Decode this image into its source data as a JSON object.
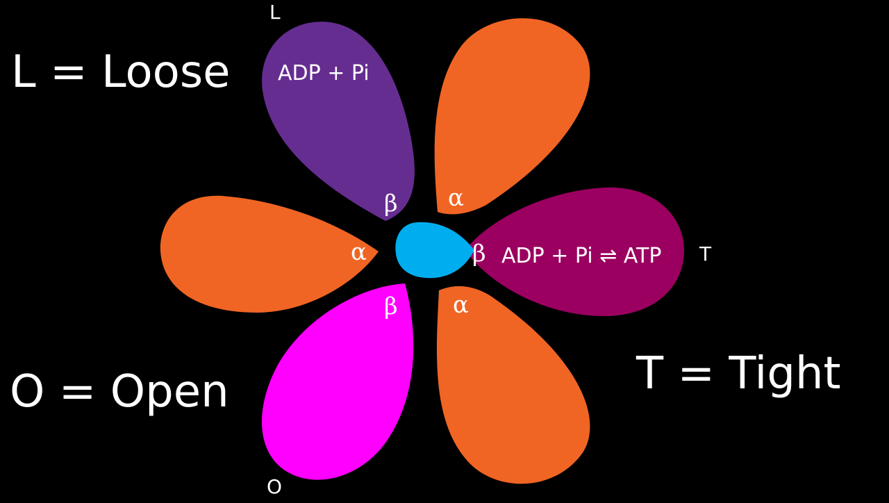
{
  "legend": {
    "loose": "L = Loose",
    "open": "O = Open",
    "tight": "T = Tight"
  },
  "state_marks": {
    "loose": "L",
    "open": "O",
    "tight": "T"
  },
  "subunits": {
    "alpha": "α",
    "beta": "β"
  },
  "sites": {
    "loose_site": "ADP + Pi",
    "tight_site": "ADP + Pi ⇌ ATP"
  },
  "colors": {
    "background": "#000000",
    "alpha": "#F06524",
    "beta_loose": "#662D91",
    "beta_tight": "#9B0060",
    "beta_open": "#FF00FF",
    "gamma": "#00AEEF",
    "text": "#FFFFFF"
  }
}
